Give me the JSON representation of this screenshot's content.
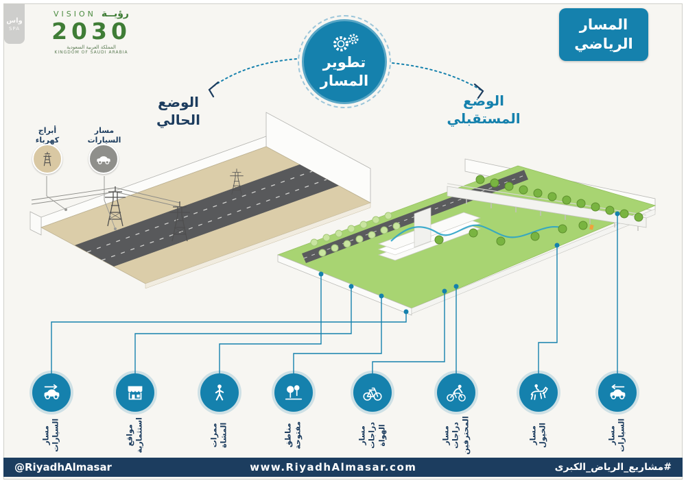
{
  "page": {
    "bg": "#f7f6f2",
    "accent": "#1581ad",
    "navy": "#1c3d5f",
    "ground_tan": "#dbcda9",
    "ground_green": "#a8d472"
  },
  "watermark": {
    "line1": "واس",
    "line2": "SPA"
  },
  "vision_logo": {
    "ruya": "رؤيــة",
    "vision": "VISION",
    "year": "2030",
    "country_ar": "المملكة العربية السعودية",
    "country_en": "KINGDOM OF SAUDI ARABIA"
  },
  "title_badge": {
    "text": "المسار\nالرياضي"
  },
  "hub": {
    "text": "تطوير\nالمسار",
    "icon": "gears-icon"
  },
  "sections": {
    "current": {
      "label": "الوضع\nالحالي"
    },
    "future": {
      "label": "الوضع\nالمستقبلي"
    }
  },
  "current_legend": [
    {
      "label": "أبراج\nكهرباء",
      "icon": "electricity-towers-icon"
    },
    {
      "label": "مسار\nالسيارات",
      "icon": "cars-icon"
    }
  ],
  "features": [
    {
      "label": "مسار السيارات",
      "icon": "car-arrow-right-icon"
    },
    {
      "label": "مواقع استثمارية",
      "icon": "storefront-icon"
    },
    {
      "label": "ممرات المشاة",
      "icon": "pedestrian-icon"
    },
    {
      "label": "مناطق مفتوحة",
      "icon": "trees-icon"
    },
    {
      "label": "مسار دراجات الهواة",
      "icon": "bicycle-icon"
    },
    {
      "label": "مسار دراجات المحترفين",
      "icon": "racing-cyclist-icon"
    },
    {
      "label": "مسار الخيول",
      "icon": "horse-rider-icon"
    },
    {
      "label": "مسار السيارات",
      "icon": "car-arrow-left-icon"
    }
  ],
  "footer": {
    "handle": "@RiyadhAlmasar",
    "website": "www.RiyadhAlmasar.com",
    "hashtag": "#مشاريع_الرياض_الكبرى"
  }
}
